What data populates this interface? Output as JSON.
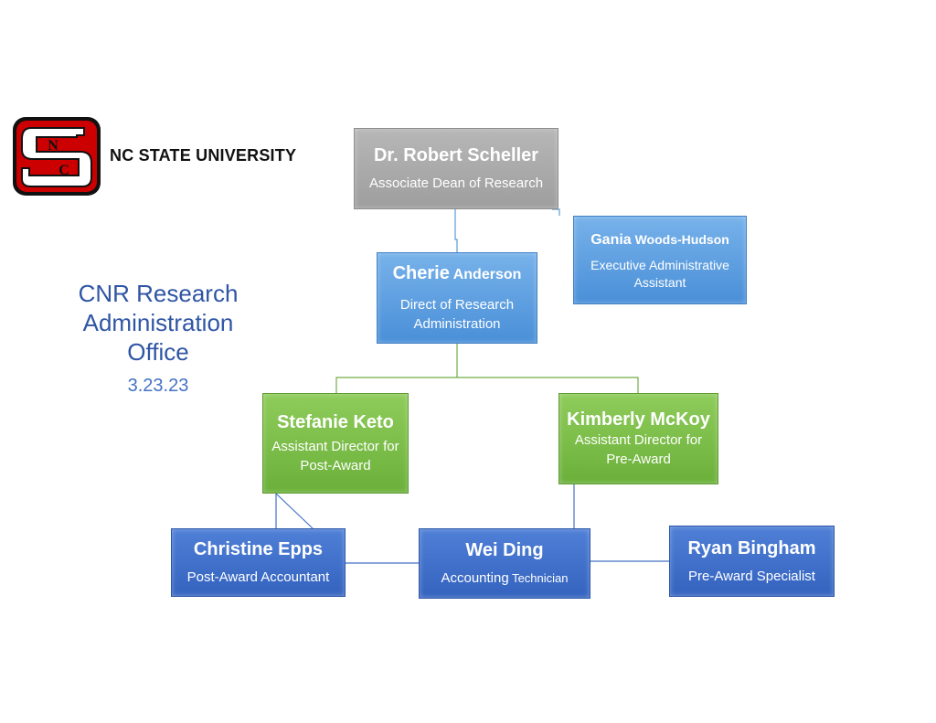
{
  "header": {
    "logo_name": "nc-state-logo",
    "university": "NC STATE UNIVERSITY"
  },
  "office": {
    "line1": "CNR Research",
    "line2": "Administration",
    "line3": "Office",
    "date": "3.23.23"
  },
  "colors": {
    "gray": "#a6a6a6",
    "light_blue": "#5b9bd5",
    "green": "#70ad47",
    "dark_blue": "#4472c4",
    "title_blue": "#2f55a4",
    "logo_red": "#cc0000"
  },
  "nodes": {
    "scheller": {
      "name": "Dr. Robert Scheller",
      "role": "Associate Dean of Research"
    },
    "woods": {
      "name_main": "Gania",
      "name_sub": " Woods-Hudson",
      "role": "Executive Administrative Assistant"
    },
    "anderson": {
      "name_main": "Cherie",
      "name_sub": " Anderson",
      "role": "Direct of Research Administration"
    },
    "keto": {
      "name": "Stefanie Keto",
      "role": "Assistant Director for Post-Award"
    },
    "mckoy": {
      "name": "Kimberly McKoy",
      "role": "Assistant Director for Pre-Award"
    },
    "epps": {
      "name": "Christine Epps",
      "role": "Post-Award Accountant"
    },
    "ding": {
      "name": "Wei Ding",
      "role_main": "Accounting",
      "role_sub": " Technician"
    },
    "bingham": {
      "name": "Ryan Bingham",
      "role": "Pre-Award Specialist"
    }
  }
}
